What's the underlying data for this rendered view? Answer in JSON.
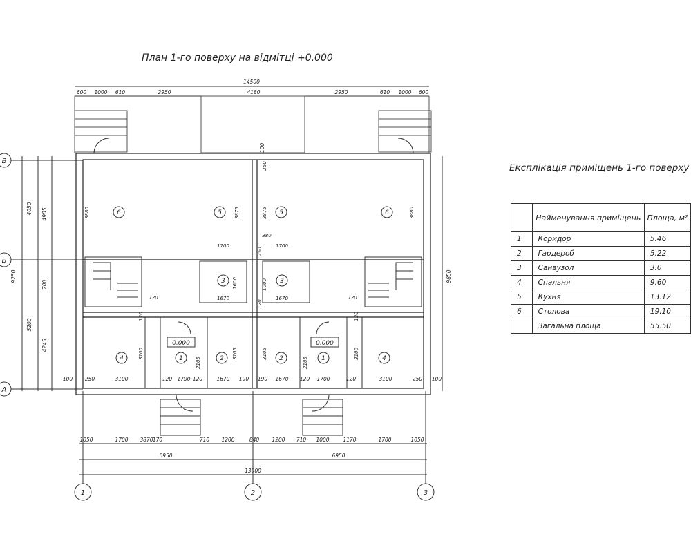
{
  "plan": {
    "title": "План 1-го поверху на відмітці +0.000",
    "top_dims": [
      "600",
      "1000",
      "610",
      "2950",
      "4180",
      "2950",
      "610",
      "1000",
      "600"
    ],
    "overall_top": "14500",
    "mid_top": "100",
    "bottom_dims": [
      "1050",
      "1700",
      "3870",
      "170",
      "710",
      "1200",
      "840",
      "1200",
      "710",
      "1000",
      "1170",
      "1700",
      "1050"
    ],
    "half_bottom": [
      "6950",
      "6950"
    ],
    "overall_bottom": "13900",
    "row_dims_bottom": [
      "100",
      "250",
      "3100",
      "120",
      "1700",
      "120",
      "1670",
      "190",
      "190",
      "1670",
      "120",
      "1700",
      "120",
      "3100",
      "250",
      "100"
    ],
    "left_dims": [
      "4050",
      "4905",
      "9250",
      "700",
      "5200",
      "4245"
    ],
    "right_dims": [
      "9850"
    ],
    "inner_dims": [
      "3880",
      "3875",
      "3875",
      "3880",
      "250",
      "250",
      "380",
      "1700",
      "1700",
      "1600",
      "1000",
      "120",
      "1670",
      "1670",
      "720",
      "720",
      "120",
      "120",
      "3100",
      "3100",
      "3105",
      "3105",
      "2105",
      "2105"
    ],
    "level_marks": [
      "0.000",
      "0.000"
    ],
    "axes_rows": [
      "В",
      "Б",
      "А"
    ],
    "axes_cols": [
      "1",
      "2",
      "3"
    ],
    "room_marks": [
      "6",
      "5",
      "5",
      "6",
      "3",
      "3",
      "4",
      "1",
      "2",
      "2",
      "1",
      "4"
    ]
  },
  "explication": {
    "title": "Експлікація приміщень 1-го поверху",
    "header_name": "Найменування приміщень",
    "header_area": "Площа, м²",
    "rows": [
      {
        "num": "1",
        "name": "Коридор",
        "area": "5.46"
      },
      {
        "num": "2",
        "name": "Гардероб",
        "area": "5.22"
      },
      {
        "num": "3",
        "name": "Санвузол",
        "area": "3.0"
      },
      {
        "num": "4",
        "name": "Спальня",
        "area": "9.60"
      },
      {
        "num": "5",
        "name": "Кухня",
        "area": "13.12"
      },
      {
        "num": "6",
        "name": "Столова",
        "area": "19.10"
      }
    ],
    "total_name": "Загальна площа",
    "total_area": "55.50"
  },
  "colors": {
    "line": "#333333",
    "wall_fill": "#ffffff",
    "text": "#222222"
  }
}
